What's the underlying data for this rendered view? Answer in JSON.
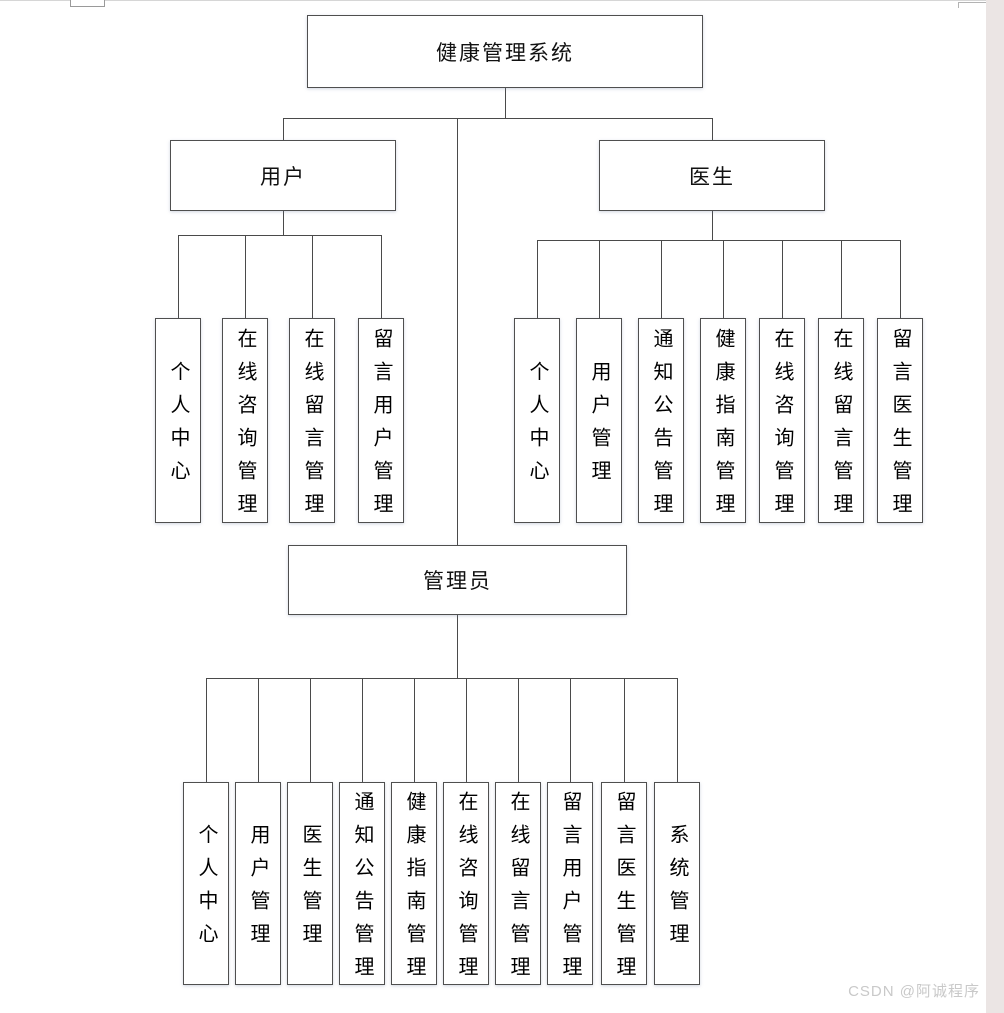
{
  "diagram": {
    "root": {
      "label": "健康管理系统"
    },
    "branches": [
      {
        "label": "用户",
        "children": [
          "个人中心",
          "在线咨询管理",
          "在线留言管理",
          "留言用户管理"
        ]
      },
      {
        "label": "医生",
        "children": [
          "个人中心",
          "用户管理",
          "通知公告管理",
          "健康指南管理",
          "在线咨询管理",
          "在线留言管理",
          "留言医生管理"
        ]
      },
      {
        "label": "管理员",
        "children": [
          "个人中心",
          "用户管理",
          "医生管理",
          "通知公告管理",
          "健康指南管理",
          "在线咨询管理",
          "在线留言管理",
          "留言用户管理",
          "留言医生管理",
          "系统管理"
        ]
      }
    ],
    "colors": {
      "line": "#4a4a4a",
      "box_border": "#4f4f4f",
      "box_fill": "#ffffff",
      "page_edge_strip": "#ebe5e4",
      "watermark_text": "#c9c9c9"
    }
  },
  "watermark": {
    "text": "CSDN @阿诚程序"
  }
}
